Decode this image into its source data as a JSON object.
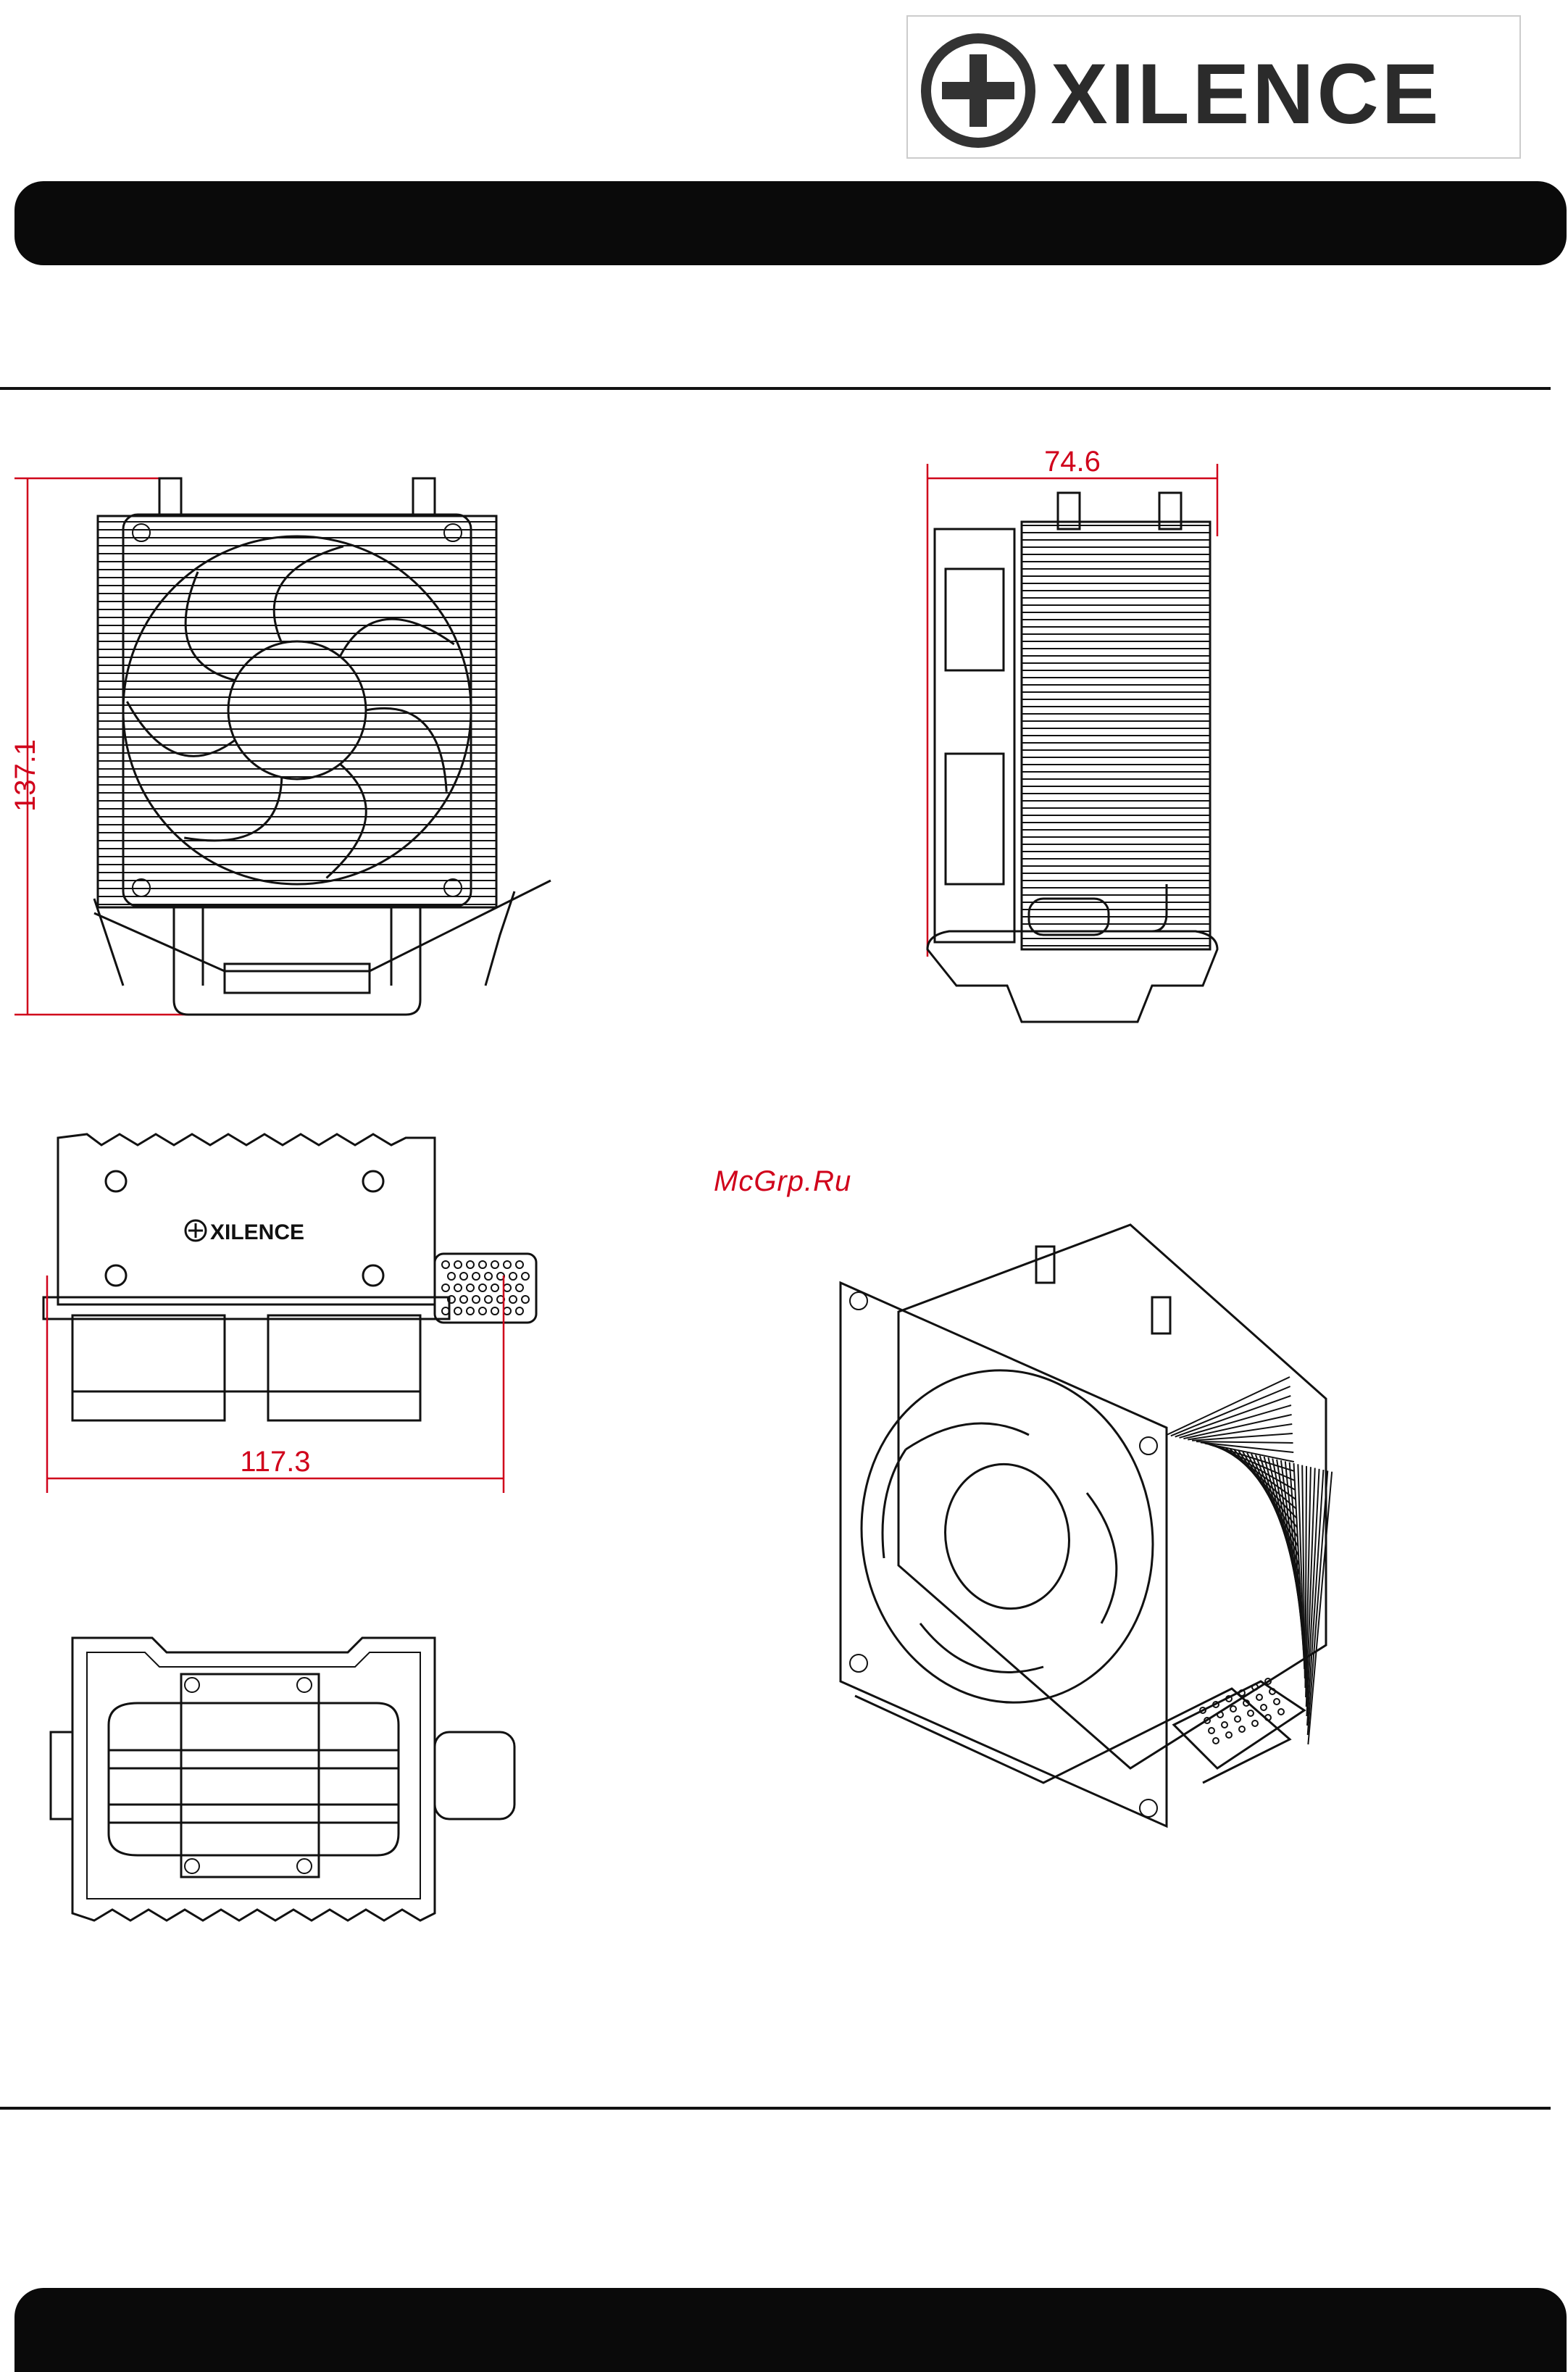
{
  "brand": {
    "name": "XILENCE"
  },
  "watermark": "McGrp.Ru",
  "dimensions": {
    "height_front": "137.1",
    "depth_side": "74.6",
    "width_top": "117.3"
  },
  "drawings": [
    {
      "id": "front-view"
    },
    {
      "id": "side-view"
    },
    {
      "id": "top-view"
    },
    {
      "id": "bottom-view"
    },
    {
      "id": "isometric-view"
    }
  ],
  "colors": {
    "dimension": "#d0021b",
    "bar": "#0a0a0a",
    "ink": "#111111"
  }
}
